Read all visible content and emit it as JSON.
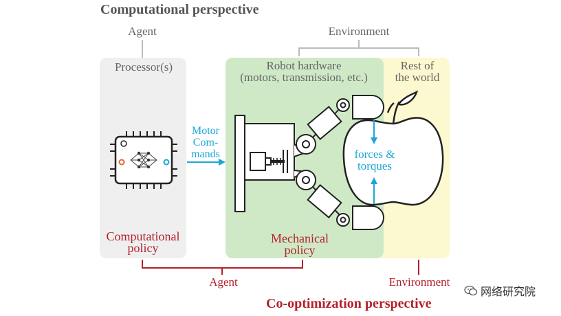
{
  "titles": {
    "computational": "Computational perspective",
    "co_optimization": "Co-optimization perspective"
  },
  "top_labels": {
    "agent": "Agent",
    "environment": "Environment"
  },
  "blocks": {
    "processor": "Processor(s)",
    "robot_hardware": [
      "Robot hardware",
      "(motors, transmission, etc.)"
    ],
    "rest_of_world": [
      "Rest of",
      "the world"
    ]
  },
  "motor_commands": [
    "Motor",
    "Com-",
    "mands"
  ],
  "forces_torques": [
    "forces &",
    "torques"
  ],
  "policies": {
    "computational": [
      "Computational",
      "policy"
    ],
    "mechanical": [
      "Mechanical",
      "policy"
    ]
  },
  "bottom_labels": {
    "agent": "Agent",
    "environment": "Environment"
  },
  "watermark": "网络研究院",
  "colors": {
    "gray_text": "#555555",
    "red": "#b3202a",
    "cyan": "#1aa7d6",
    "processor_bg": "#efefef",
    "hardware_bg": "#cfe9c7",
    "world_bg": "#fcf8cf",
    "bracket_gray": "#bbbbbb"
  }
}
